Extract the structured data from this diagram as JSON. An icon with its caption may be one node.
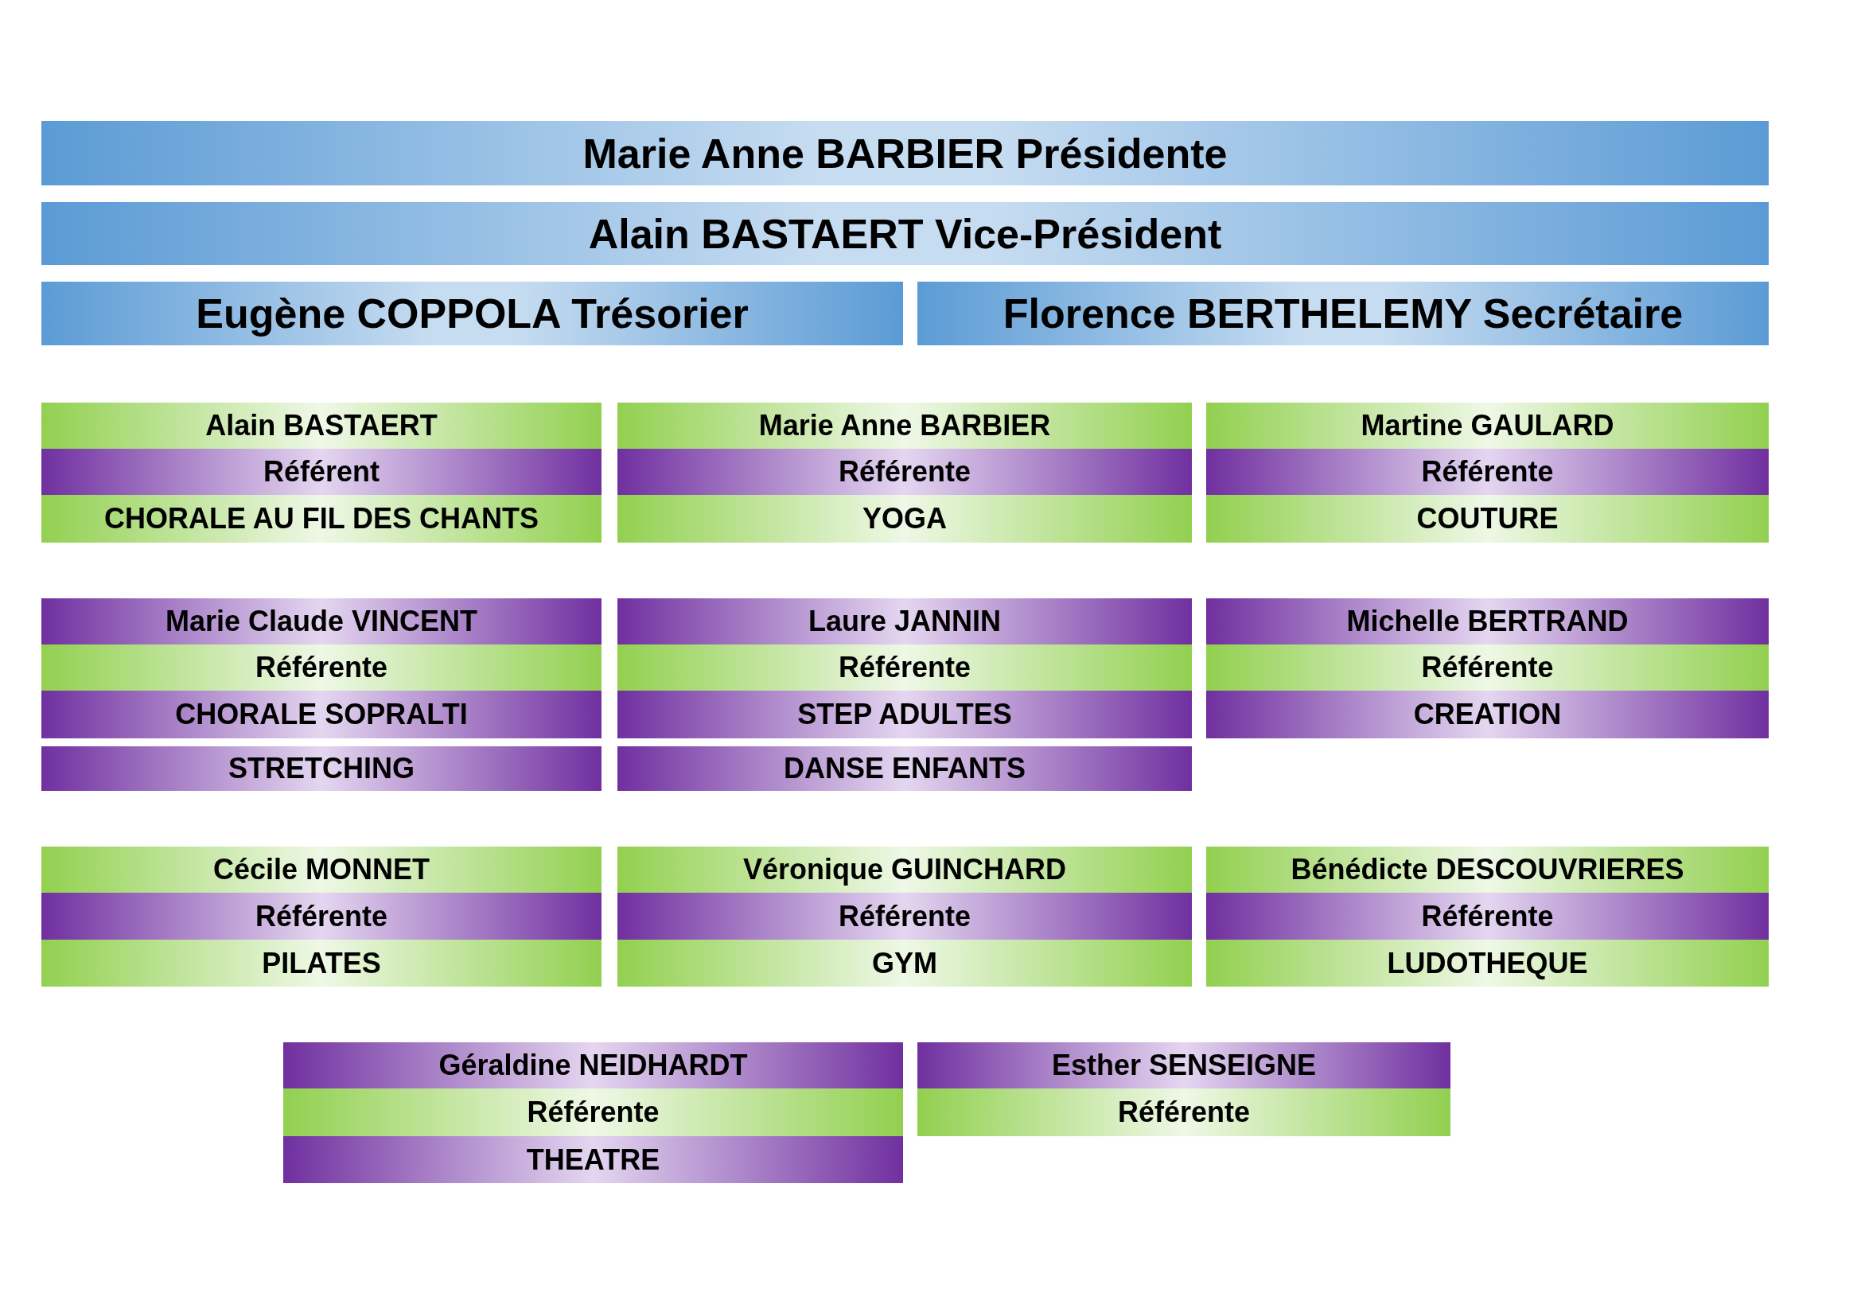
{
  "diagram": {
    "nodes": [
      {
        "text": [
          "Marie Anne BARBIER Présidente"
        ]
      },
      {
        "text": [
          "Alain BASTAERT Vice-Président"
        ]
      },
      {
        "text": [
          "Eugène COPPOLA Trésorier"
        ]
      },
      {
        "text": [
          "Florence BERTHELEMY Secrétaire"
        ]
      },
      {
        "text": [
          "Alain BASTAERT"
        ]
      },
      {
        "text": [
          "Référent"
        ]
      },
      {
        "text": [
          "CHORALE AU FIL DES CHANTS"
        ]
      },
      {
        "text": [
          "Marie Anne BARBIER"
        ]
      },
      {
        "text": [
          "Référente"
        ]
      },
      {
        "text": [
          "YOGA"
        ]
      },
      {
        "text": [
          "Martine GAULARD"
        ]
      },
      {
        "text": [
          "Référente"
        ]
      },
      {
        "text": [
          "COUTURE"
        ]
      },
      {
        "text": [
          "Marie Claude VINCENT"
        ]
      },
      {
        "text": [
          "Référente"
        ]
      },
      {
        "text": [
          "CHORALE SOPRALTI"
        ]
      },
      {
        "text": [
          "STRETCHING"
        ]
      },
      {
        "text": [
          "Laure JANNIN"
        ]
      },
      {
        "text": [
          "Référente"
        ]
      },
      {
        "text": [
          "STEP ADULTES"
        ]
      },
      {
        "text": [
          "DANSE ENFANTS"
        ]
      },
      {
        "text": [
          "Michelle BERTRAND"
        ]
      },
      {
        "text": [
          "Référente"
        ]
      },
      {
        "text": [
          "CREATION"
        ]
      },
      {
        "text": [
          "Cécile MONNET"
        ]
      },
      {
        "text": [
          "Référente"
        ]
      },
      {
        "text": [
          "PILATES"
        ]
      },
      {
        "text": [
          "Véronique GUINCHARD"
        ]
      },
      {
        "text": [
          "Référente"
        ]
      },
      {
        "text": [
          "GYM"
        ]
      },
      {
        "text": [
          "Bénédicte DESCOUVRIERES"
        ]
      },
      {
        "text": [
          "Référente"
        ]
      },
      {
        "text": [
          "LUDOTHEQUE"
        ]
      },
      {
        "text": [
          "Géraldine NEIDHARDT"
        ]
      },
      {
        "text": [
          "Référente"
        ]
      },
      {
        "text": [
          "THEATRE"
        ]
      },
      {
        "text": [
          "Esther SENSEIGNE"
        ]
      },
      {
        "text": [
          "Référente"
        ]
      }
    ],
    "edges": []
  }
}
